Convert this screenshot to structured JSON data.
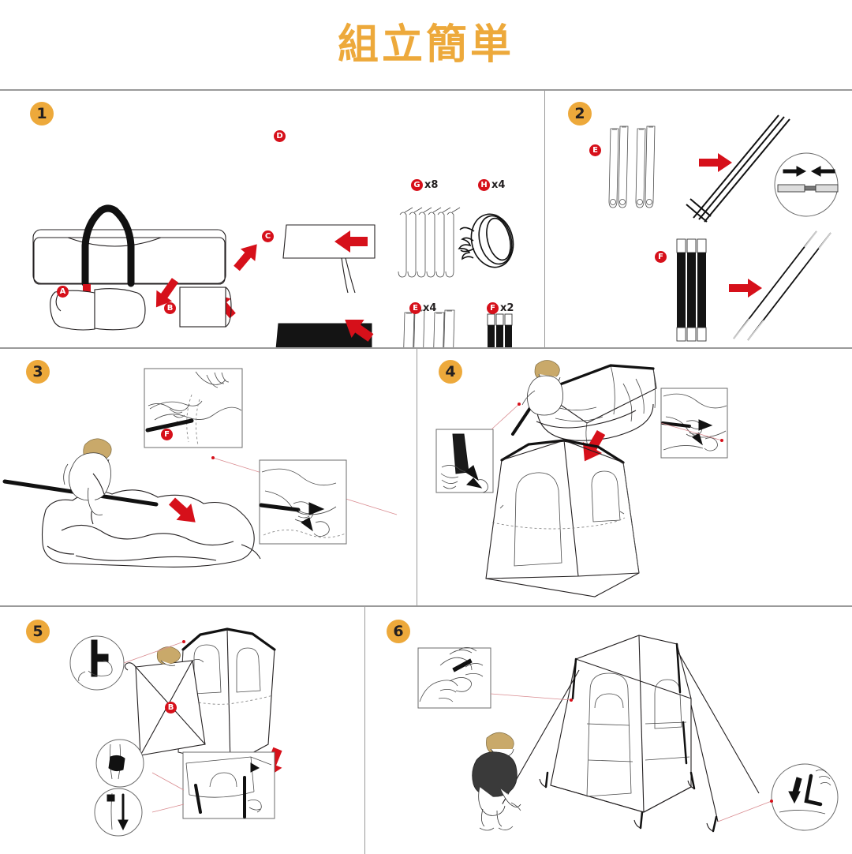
{
  "title": "組立簡単",
  "theme": {
    "title_color": "#EDA93B",
    "step_badge_color": "#EDA93B",
    "part_badge_color": "#D6101A",
    "arrow_color": "#D6101A",
    "line_color": "#231f20",
    "background": "#ffffff"
  },
  "steps": [
    {
      "number": "1",
      "name": "unpack-carry-bag"
    },
    {
      "number": "2",
      "name": "assemble-poles"
    },
    {
      "number": "3",
      "name": "insert-pole-into-sleeve"
    },
    {
      "number": "4",
      "name": "raise-tent"
    },
    {
      "number": "5",
      "name": "attach-rainfly"
    },
    {
      "number": "6",
      "name": "stake-guy-lines"
    }
  ],
  "panel1": {
    "parts": [
      {
        "letter": "A",
        "qty": "",
        "name": "folded-tent-body"
      },
      {
        "letter": "B",
        "qty": "",
        "name": "rolled-rainfly"
      },
      {
        "letter": "C",
        "qty": "",
        "name": "black-pole-bag"
      },
      {
        "letter": "D",
        "qty": "",
        "name": "white-stake-bag"
      },
      {
        "letter": "E",
        "qty": "x4",
        "name": "fiberglass-pole-set"
      },
      {
        "letter": "F",
        "qty": "x2",
        "name": "black-pole-set"
      },
      {
        "letter": "G",
        "qty": "x8",
        "name": "ground-stakes"
      },
      {
        "letter": "H",
        "qty": "x4",
        "name": "guy-lines"
      }
    ]
  },
  "panel2": {
    "parts": [
      {
        "letter": "E",
        "qty": "",
        "name": "pole-set-e"
      },
      {
        "letter": "F",
        "qty": "",
        "name": "pole-set-f"
      }
    ]
  },
  "panel3": {
    "parts": [
      {
        "letter": "F",
        "qty": "",
        "name": "pole-f-label"
      }
    ]
  },
  "panel4": {
    "parts": []
  },
  "panel5": {
    "parts": [
      {
        "letter": "B",
        "qty": "",
        "name": "rainfly-label"
      }
    ]
  },
  "panel6": {
    "parts": []
  }
}
